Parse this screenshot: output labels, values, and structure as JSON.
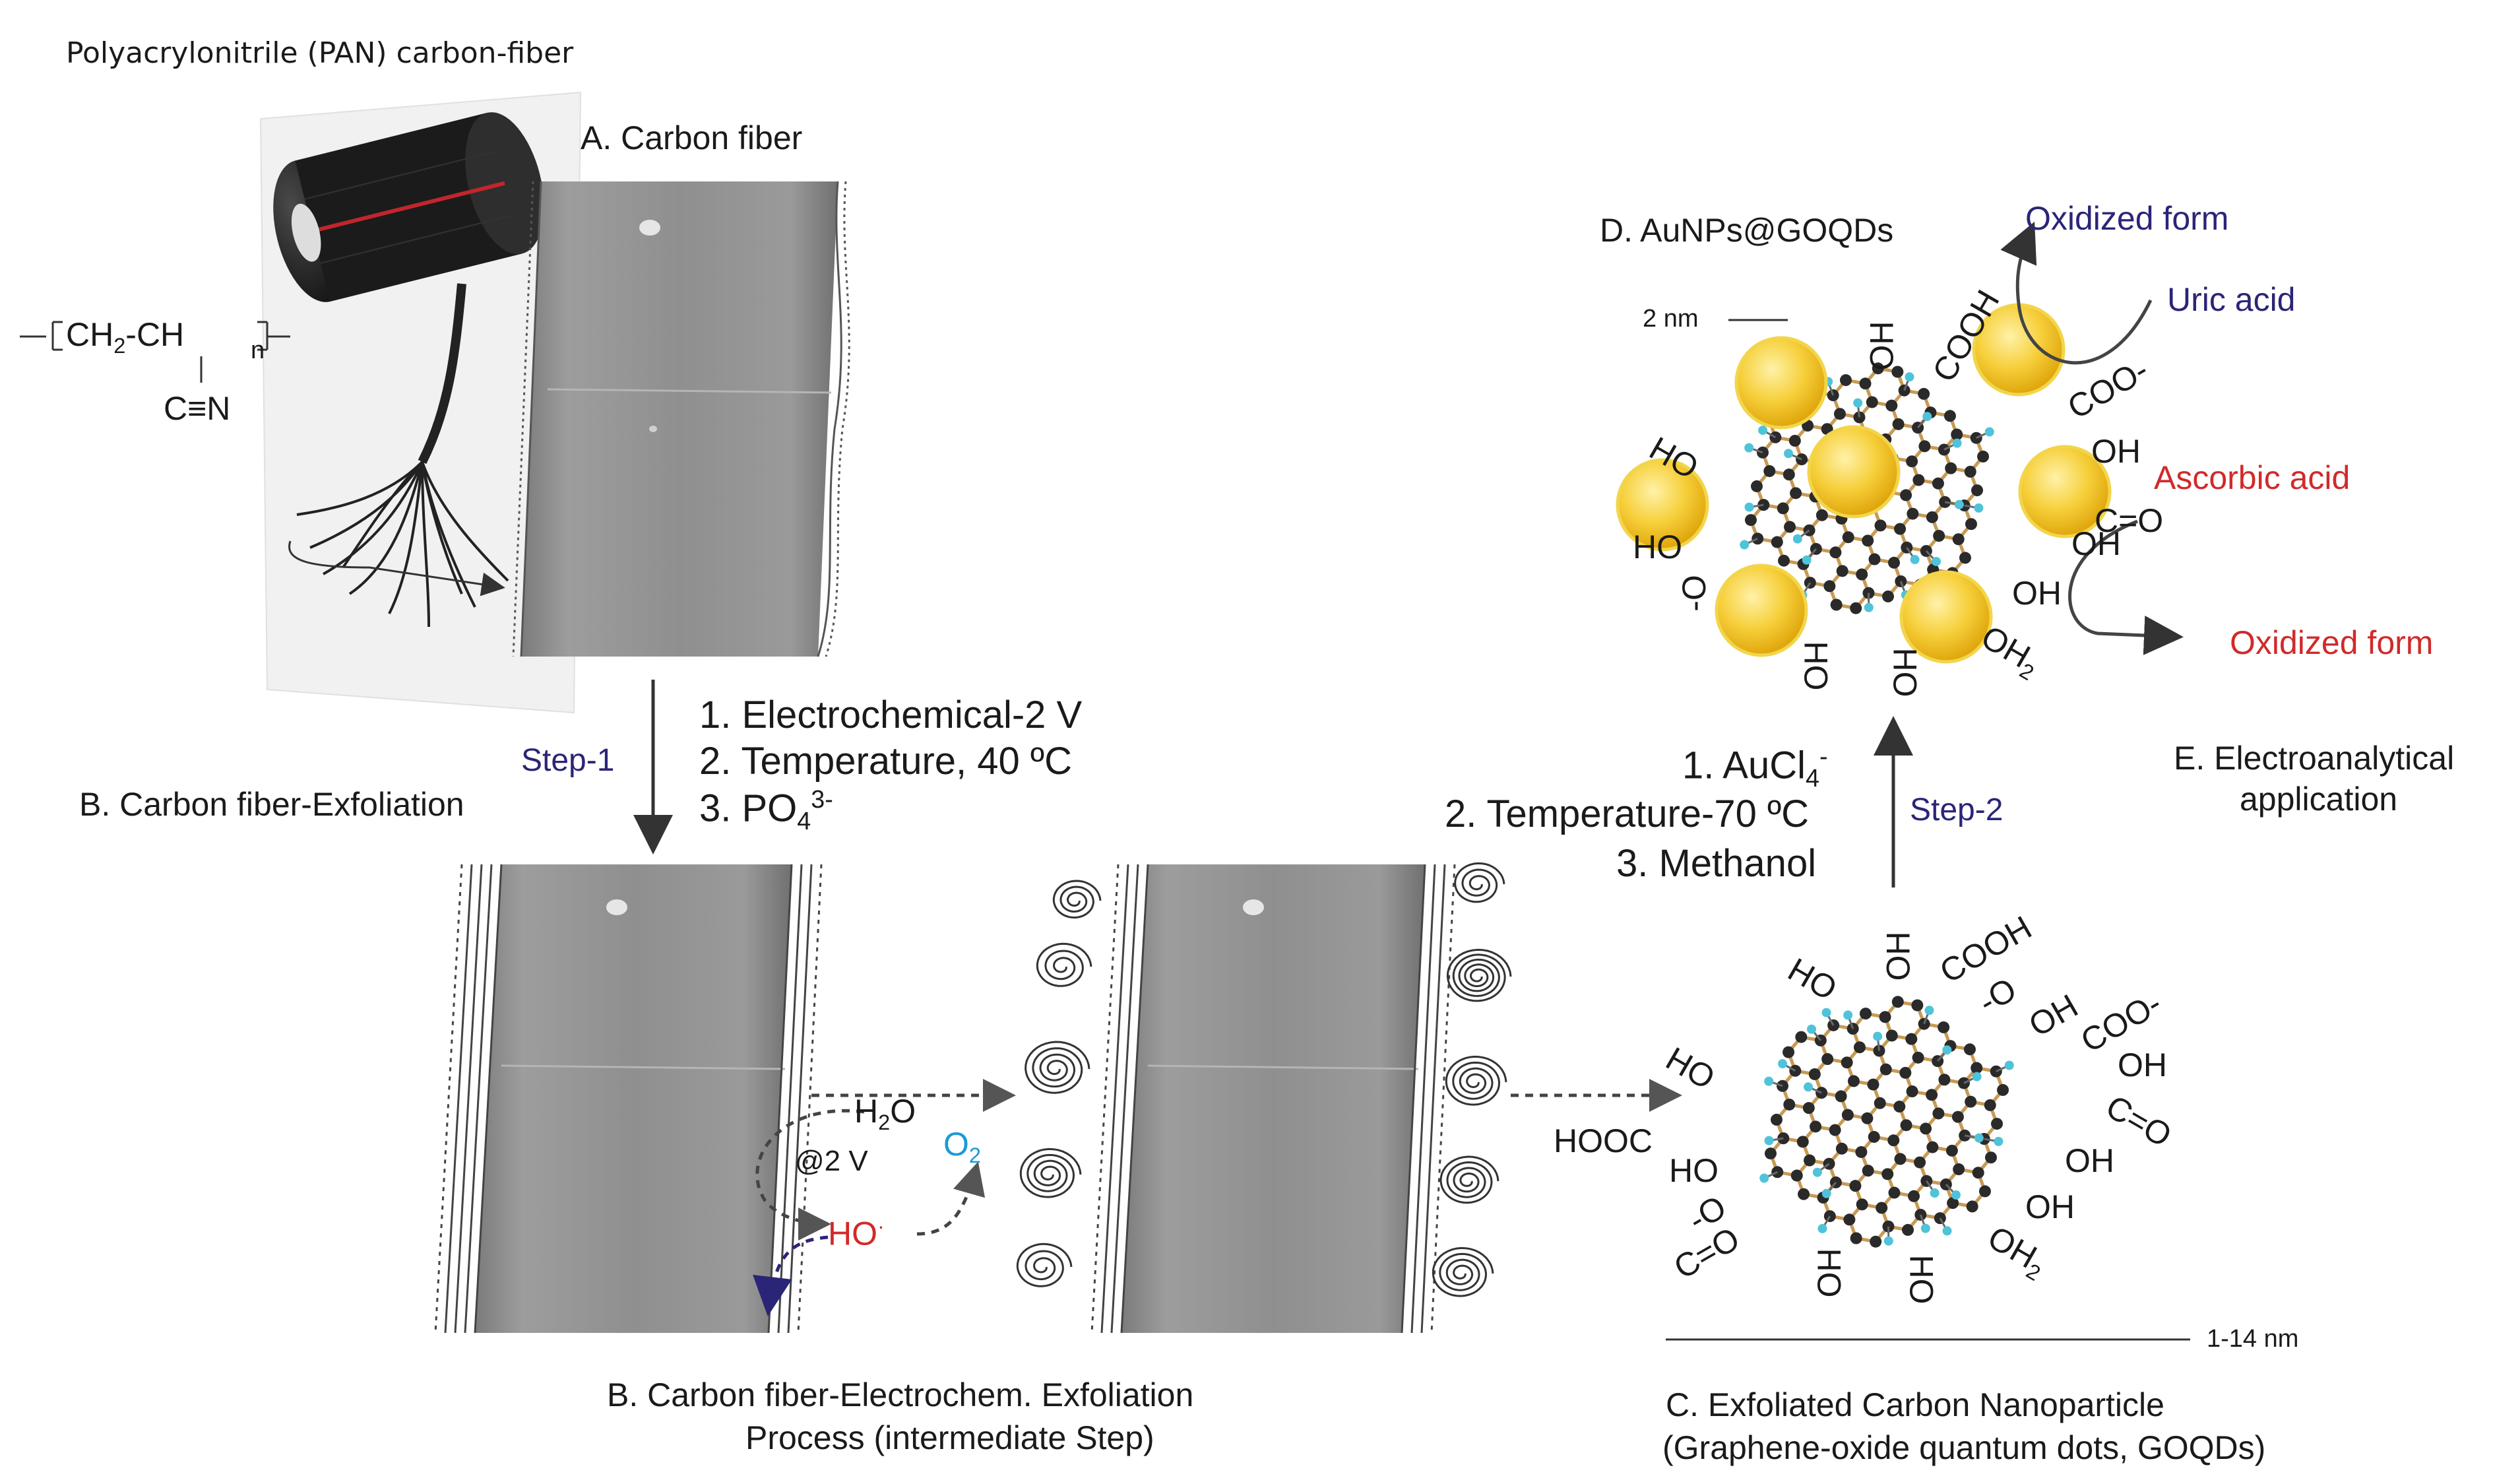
{
  "header": "Polyacrylonitrile (PAN) carbon-fiber",
  "pan_formula": {
    "ch2": "CH",
    "ch2_sub": "2",
    "ch": "-CH",
    "n": "n",
    "cn": "C≡N"
  },
  "panels": {
    "a_title": "A. Carbon fiber",
    "b_title": "B. Carbon fiber-Exfoliation",
    "b_process_line1": "B. Carbon fiber-Electrochem. Exfoliation",
    "b_process_line2": "Process (intermediate Step)",
    "c_title_line1": "C. Exfoliated Carbon Nanoparticle",
    "c_title_line2": "(Graphene-oxide quantum dots, GOQDs)",
    "d_title": "D. AuNPs@GOQDs",
    "e_title_line1": "E. Electroanalytical",
    "e_title_line2": "application"
  },
  "step1": {
    "label": "Step-1",
    "conditions": [
      "1. Electrochemical-2 V",
      "2. Temperature, 40 ºC"
    ],
    "cond3_prefix": "3.  PO",
    "cond3_sub": "4",
    "cond3_sup": "3-"
  },
  "step2": {
    "label": "Step-2",
    "cond1_prefix": "1. AuCl",
    "cond1_sub": "4",
    "cond1_sup": "-",
    "cond2": "2. Temperature-70 ºC",
    "cond3": "3.  Methanol"
  },
  "mechanism": {
    "water": "H",
    "water_sub": "2",
    "water_end": "O",
    "potential": "@2 V",
    "radical": "HO",
    "radical_sup": "·",
    "oxygen": "O",
    "oxygen_sub": "2"
  },
  "scale": {
    "scale_2nm": "2 nm",
    "scale_range": "1-14  nm"
  },
  "analytes": {
    "oxidized_top": "Oxidized form",
    "uric_acid": "Uric acid",
    "ascorbic_acid": "Ascorbic acid",
    "oxidized_bottom": "Oxidized form"
  },
  "goqd_groups": {
    "oh": "OH",
    "ho": "HO",
    "cooh": "COOH",
    "hooc": "HOOC",
    "coo": "COO-",
    "o_minus": "-O",
    "co": "C=O",
    "oh2": "OH",
    "oh2_sub": "2"
  },
  "colors": {
    "blue_text": "#2a2577",
    "red_text": "#d12a2a",
    "cyan_text": "#1a9ad6",
    "gold_particle": "#f5c518",
    "carbon_bond": "#c79a55",
    "carbon_atom": "#2a2a2a",
    "hydroxyl_cyan": "#4fc3d9"
  }
}
